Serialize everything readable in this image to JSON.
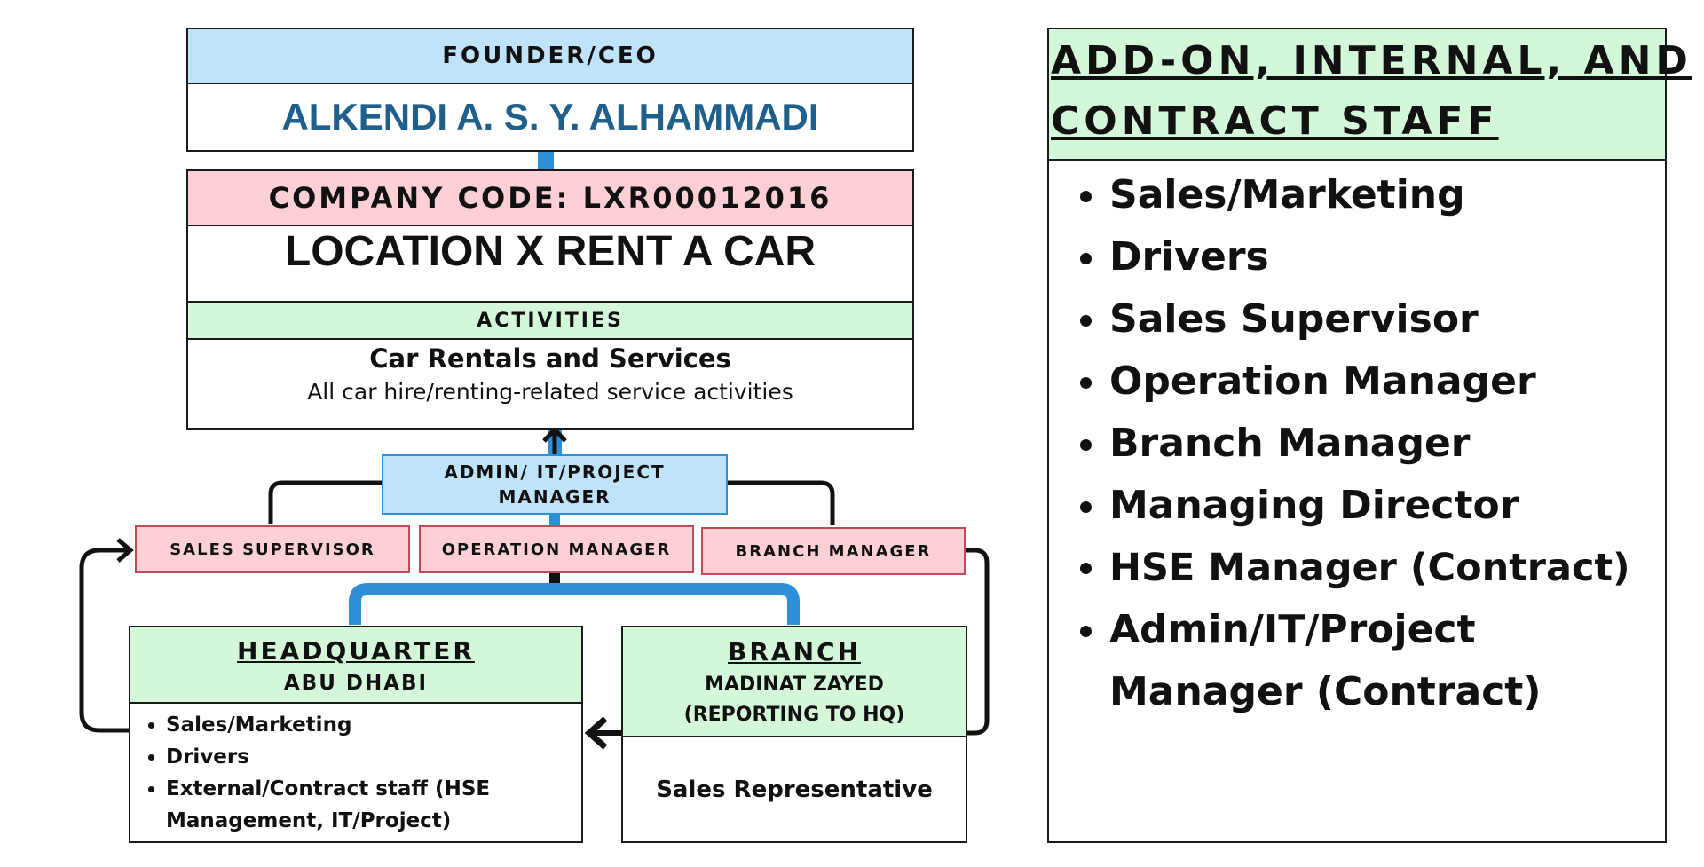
{
  "founder": {
    "label": "FOUNDER/CEO",
    "name": "ALKENDI A. S. Y. ALHAMMADI"
  },
  "company": {
    "code": "COMPANY CODE: LXR00012016",
    "name": "LOCATION X RENT A CAR",
    "activities_label": "ACTIVITIES",
    "activity_title": "Car Rentals and Services",
    "activity_desc": "All car hire/renting-related service activities"
  },
  "admin": {
    "line1": "ADMIN/ IT/PROJECT",
    "line2": "MANAGER"
  },
  "roles": {
    "sales_supervisor": "SALES SUPERVISOR",
    "operation_manager": "OPERATION MANAGER",
    "branch_manager": "BRANCH MANAGER"
  },
  "hq": {
    "title": "HEADQUARTER",
    "location": "ABU DHABI",
    "items": [
      "Sales/Marketing",
      "Drivers",
      "External/Contract staff (HSE",
      "Management, IT/Project)"
    ]
  },
  "branch": {
    "title": "BRANCH",
    "location": "MADINAT ZAYED",
    "note": "(REPORTING TO HQ)",
    "staff": "Sales Representative"
  },
  "staff_panel": {
    "title_line1": "ADD-ON, INTERNAL, AND",
    "title_line2": "CONTRACT STAFF",
    "items": [
      "Sales/Marketing",
      "Drivers",
      "Sales Supervisor",
      "Operation Manager",
      "Branch Manager",
      "Managing Director",
      "HSE Manager (Contract)",
      "Admin/IT/Project",
      "Manager (Contract)"
    ]
  },
  "colors": {
    "blue_header": "#bfe3fb",
    "pink_header": "#fdd0d6",
    "green_header": "#d4f7d9",
    "name_blue": "#1f5f8b",
    "connector_blue": "#2d8fd6"
  }
}
